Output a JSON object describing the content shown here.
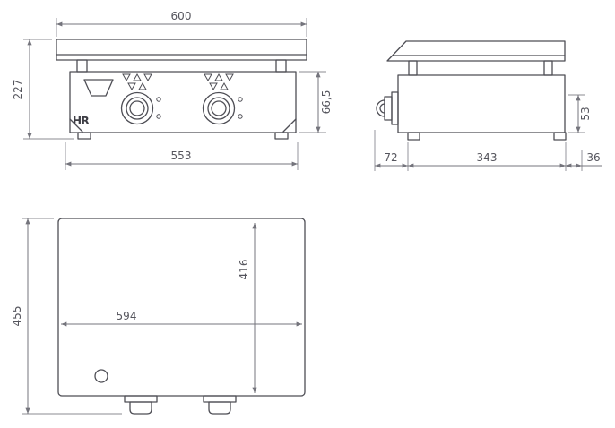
{
  "front": {
    "top_width": "600",
    "left_height": "227",
    "bottom_width": "553",
    "body_height": "66,5",
    "logo": "HR"
  },
  "side": {
    "height": "53",
    "dim_front": "72",
    "dim_middle": "343",
    "dim_rear": "36"
  },
  "plan": {
    "depth": "455",
    "width": "594",
    "inner_depth": "416"
  },
  "colors": {
    "geometry_line": "#4e4e55",
    "dimension_line": "#74747c",
    "text": "#55555d",
    "background": "#ffffff"
  }
}
